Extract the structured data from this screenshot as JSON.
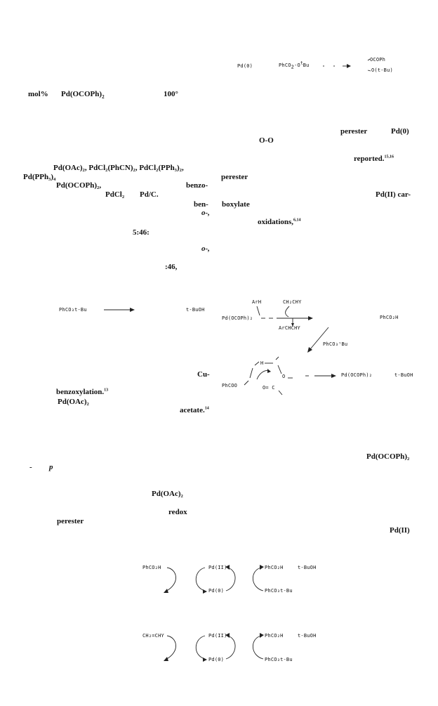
{
  "top_scheme": {
    "pd0": "Pd(0)",
    "perester_a": "PhCO",
    "perester_sub": "2",
    "perester_b": "-O",
    "perester_sup": "t",
    "perester_c": "Bu",
    "product_a": "OCOPh",
    "product_b": "O(t-Bu)"
  },
  "text": {
    "mol_pct": "mol%",
    "pd_ocoph_1": "Pd(OCOPh)",
    "pd_ocoph_1_sub": "2",
    "temp": "100°",
    "perester_1": "perester",
    "pd0_ref": "Pd(0)",
    "oo": "O-O",
    "reported": "reported.",
    "reported_refs": "15,16",
    "catalysts": "Pd(OAc)₂, PdCl₂(PhCN)₂, PdCl₂(PPh₃)₂,",
    "pd_pph3": "Pd(PPh₃)₄",
    "pd_ocoph_2": "Pd(OCOPh)₂,",
    "benzo": "benzo-",
    "perester_2": "perester",
    "pdcl2": "PdCl₂",
    "pd_c": "Pd/C.",
    "pd2_car": "Pd(II) car-",
    "ben": "ben-",
    "boxylate": "boxylate",
    "o_1": "o-,",
    "oxidations": "oxidations,",
    "oxidations_refs": "6,14",
    "ratio_1": "5:46:",
    "o_2": "o-,",
    "ratio_2": ":46,",
    "cu": "Cu-",
    "benzoxylation": "benzoxylation.",
    "benzoxylation_ref": "13",
    "pd_oac2": "Pd(OAc)₂",
    "acetate": "acetate.",
    "acetate_ref": "14",
    "pd_ocoph_3": "Pd(OCOPh)₂",
    "dash_p": "-",
    "p": "p",
    "pd_oac2_b": "Pd(OAc)₂",
    "redox": "redox",
    "perester_3": "perester",
    "pd2_end": "Pd(II)"
  },
  "mid_scheme": {
    "perester_left": "PhCO₃t-Bu",
    "tbuoh_1": "t-BuOH",
    "arh": "ArH",
    "ch2chy": "CH₂CHY",
    "pd_ocoph": "Pd(OCOPh)₂",
    "phco2h": "PhCO₂H",
    "archchy": "ArCHCHY",
    "perester_right": "PhCO₃ᵗBu",
    "h": "H",
    "o_ring": "O",
    "phcoo": "PhCOO",
    "o_eq_c": "O= C",
    "pd_ocoph_right": "Pd(OCOPh)₂",
    "tbuoh_2": "t-BuOH"
  },
  "cycle_1": {
    "left": "PhCO₂H",
    "top": "Pd(II)",
    "bottom": "Pd(0)",
    "right_top": "PhCO₂H",
    "right_top_2": "t-BuOH",
    "right_bottom": "PhCO₃t-Bu"
  },
  "cycle_2": {
    "left": "CH₂=CHY",
    "top": "Pd(II)",
    "bottom": "Pd(0)",
    "right_top": "PhCO₂H",
    "right_top_2": "t-BuOH",
    "right_bottom": "PhCO₃t-Bu"
  }
}
